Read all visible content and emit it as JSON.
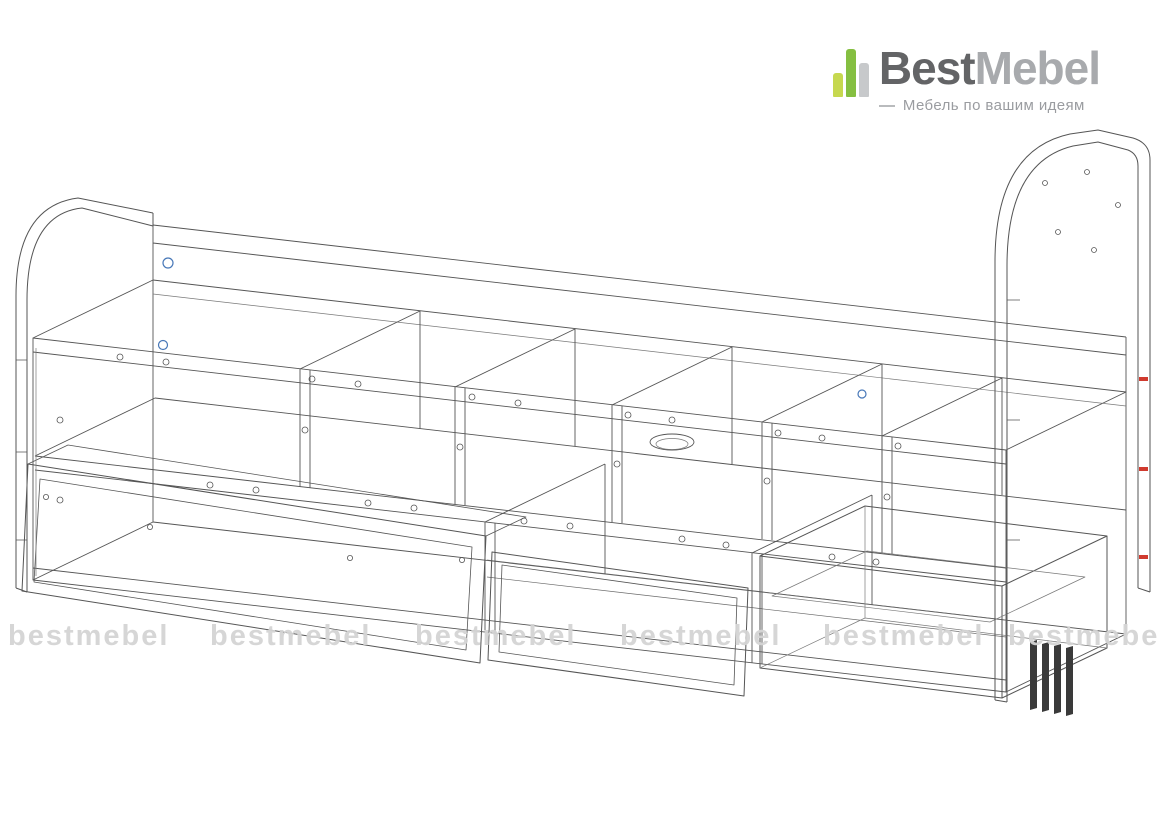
{
  "brand": {
    "name_primary": "Best",
    "name_secondary": "Mebel",
    "tagline": "Мебель по вашим идеям",
    "colors": {
      "bar_lime": "#c6d84f",
      "bar_green": "#85bf41",
      "bar_gray": "#c7c9cb",
      "name_primary_color": "#636466",
      "name_secondary_color": "#a8aaad",
      "tagline_color": "#9a9ca0"
    }
  },
  "watermark": {
    "text": "bestmebel",
    "color": "#d4d4d4",
    "instances": 6
  },
  "drawing": {
    "name": "furniture-assembly-wireframe",
    "line_color": "#555555",
    "accent_red": "#d03a2e",
    "accent_blue": "#4878b8",
    "slat_color": "#3a3a3a"
  },
  "page": {
    "background": "#ffffff"
  }
}
